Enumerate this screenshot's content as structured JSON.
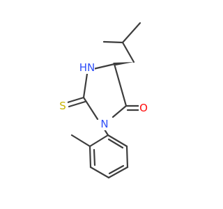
{
  "molecule": {
    "colors": {
      "bond": "#3d3d3d",
      "nitrogen": "#3050f8",
      "oxygen": "#ff0d0d",
      "sulfur": "#c8b400",
      "background": "#ffffff"
    },
    "atom_labels": {
      "nh": "HN",
      "n": "N",
      "o": "O",
      "s": "S"
    }
  }
}
